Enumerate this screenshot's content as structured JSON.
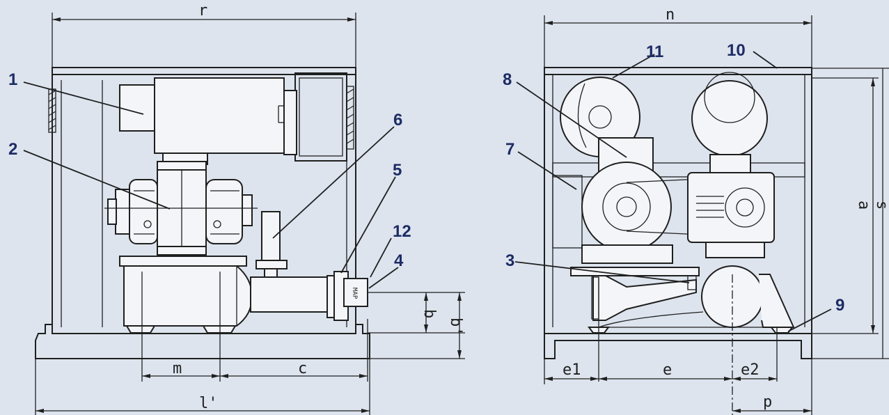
{
  "callouts": {
    "c1": "1",
    "c2": "2",
    "c3": "3",
    "c4": "4",
    "c5": "5",
    "c6": "6",
    "c7": "7",
    "c8": "8",
    "c9": "9",
    "c10": "10",
    "c11": "11",
    "c12": "12"
  },
  "dimensions": {
    "r": "r",
    "m": "m",
    "c": "c",
    "l_prime": "l'",
    "b": "b",
    "b_prime": "b'",
    "n": "n",
    "s": "s",
    "a": "a",
    "e1": "e1",
    "e": "e",
    "e2": "e2",
    "p": "p"
  },
  "silencer_tag": "MAP",
  "colors": {
    "background": "#dde4ee",
    "callout": "#1e2c64",
    "line": "#1f1f1f"
  }
}
